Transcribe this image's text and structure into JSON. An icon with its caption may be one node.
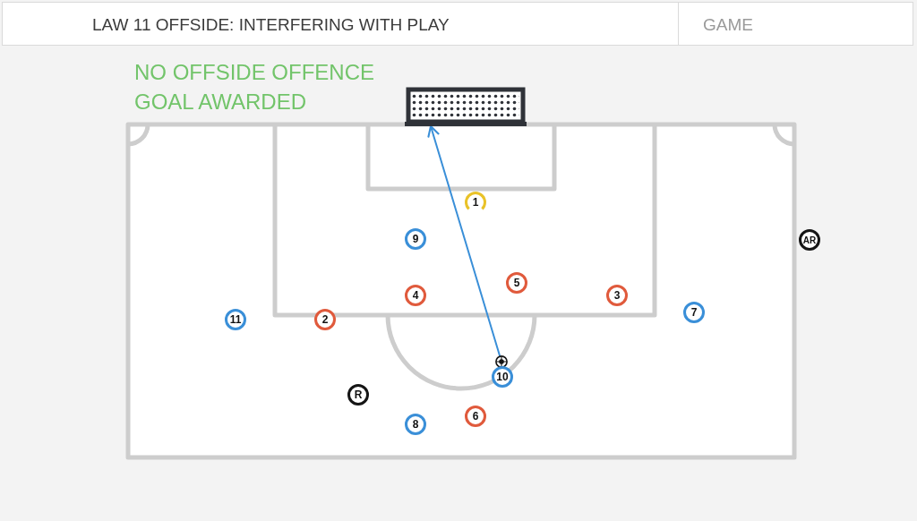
{
  "diagram": {
    "title": "LAW 11 OFFSIDE: INTERFERING WITH PLAY",
    "nodes": [
      {
        "text": [],
        "shape": "picture"
      },
      {
        "text": [
          "1"
        ]
      },
      {
        "text": [
          "9"
        ]
      },
      {
        "text": [
          "AR"
        ]
      },
      {
        "text": [
          "5"
        ]
      },
      {
        "text": [
          "4"
        ]
      },
      {
        "text": [
          "3"
        ]
      },
      {
        "text": [
          "7"
        ]
      },
      {
        "text": [
          "11"
        ]
      },
      {
        "text": [
          "2"
        ]
      },
      {
        "text": [],
        "shape": "circle"
      },
      {
        "text": [
          "10"
        ]
      },
      {
        "text": [
          "R"
        ]
      },
      {
        "text": [
          "6"
        ]
      },
      {
        "text": [
          "8"
        ]
      }
    ],
    "edges": [
      {
        "from": 10,
        "to": 0,
        "arrow": "to"
      }
    ],
    "labels": [
      "GAME",
      "NO OFFSIDE OFFENCE GOAL AWARDED"
    ]
  }
}
